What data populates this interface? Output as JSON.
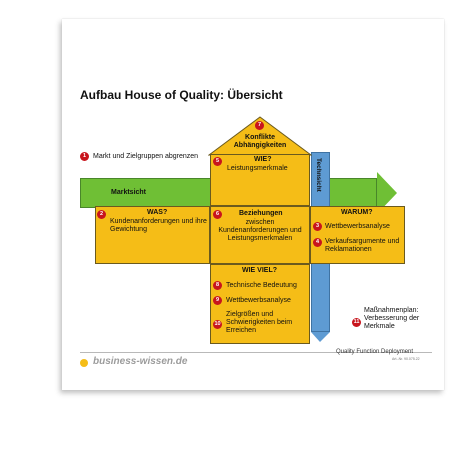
{
  "title": "Aufbau House of Quality: Übersicht",
  "market": {
    "num": "1",
    "text": "Markt und Zielgruppen abgrenzen",
    "bar_label": "Marktsicht"
  },
  "roof": {
    "num": "7",
    "label": "Konflikte Abhängigkeiten"
  },
  "wie": {
    "num": "5",
    "heading": "WIE?",
    "text": "Leistungsmerkmale"
  },
  "tech_label": "Technsicht",
  "was": {
    "num": "2",
    "heading": "WAS?",
    "text": "Kundenanforderungen und ihre Gewichtung"
  },
  "beziehungen": {
    "num": "6",
    "heading": "Beziehungen",
    "text": "zwischen Kundenanforderungen und Leistungsmerkmalen"
  },
  "warum": {
    "heading": "WARUM?",
    "items": [
      {
        "num": "3",
        "text": "Wettbewerbsanalyse"
      },
      {
        "num": "4",
        "text": "Verkaufsargumente und Reklamationen"
      }
    ]
  },
  "wieviel": {
    "heading": "WIE VIEL?",
    "items": [
      {
        "num": "8",
        "text": "Technische Bedeutung"
      },
      {
        "num": "9",
        "text": "Wettbewerbsanalyse"
      },
      {
        "num": "10",
        "text": "Zielgrößen und Schwierigkeiten beim Erreichen"
      }
    ]
  },
  "massnahmen": {
    "num": "11",
    "text": "Maßnahmenplan: Verbesserung der Merkmale"
  },
  "footer": {
    "brand": "business-wissen.de",
    "title": "Quality Function Deployment",
    "small": "Art.-Nr. 90.075.22"
  },
  "colors": {
    "box": "#f5bd17",
    "green": "#6fbf35",
    "blue": "#5e9bd3",
    "badge": "#c8151d"
  }
}
